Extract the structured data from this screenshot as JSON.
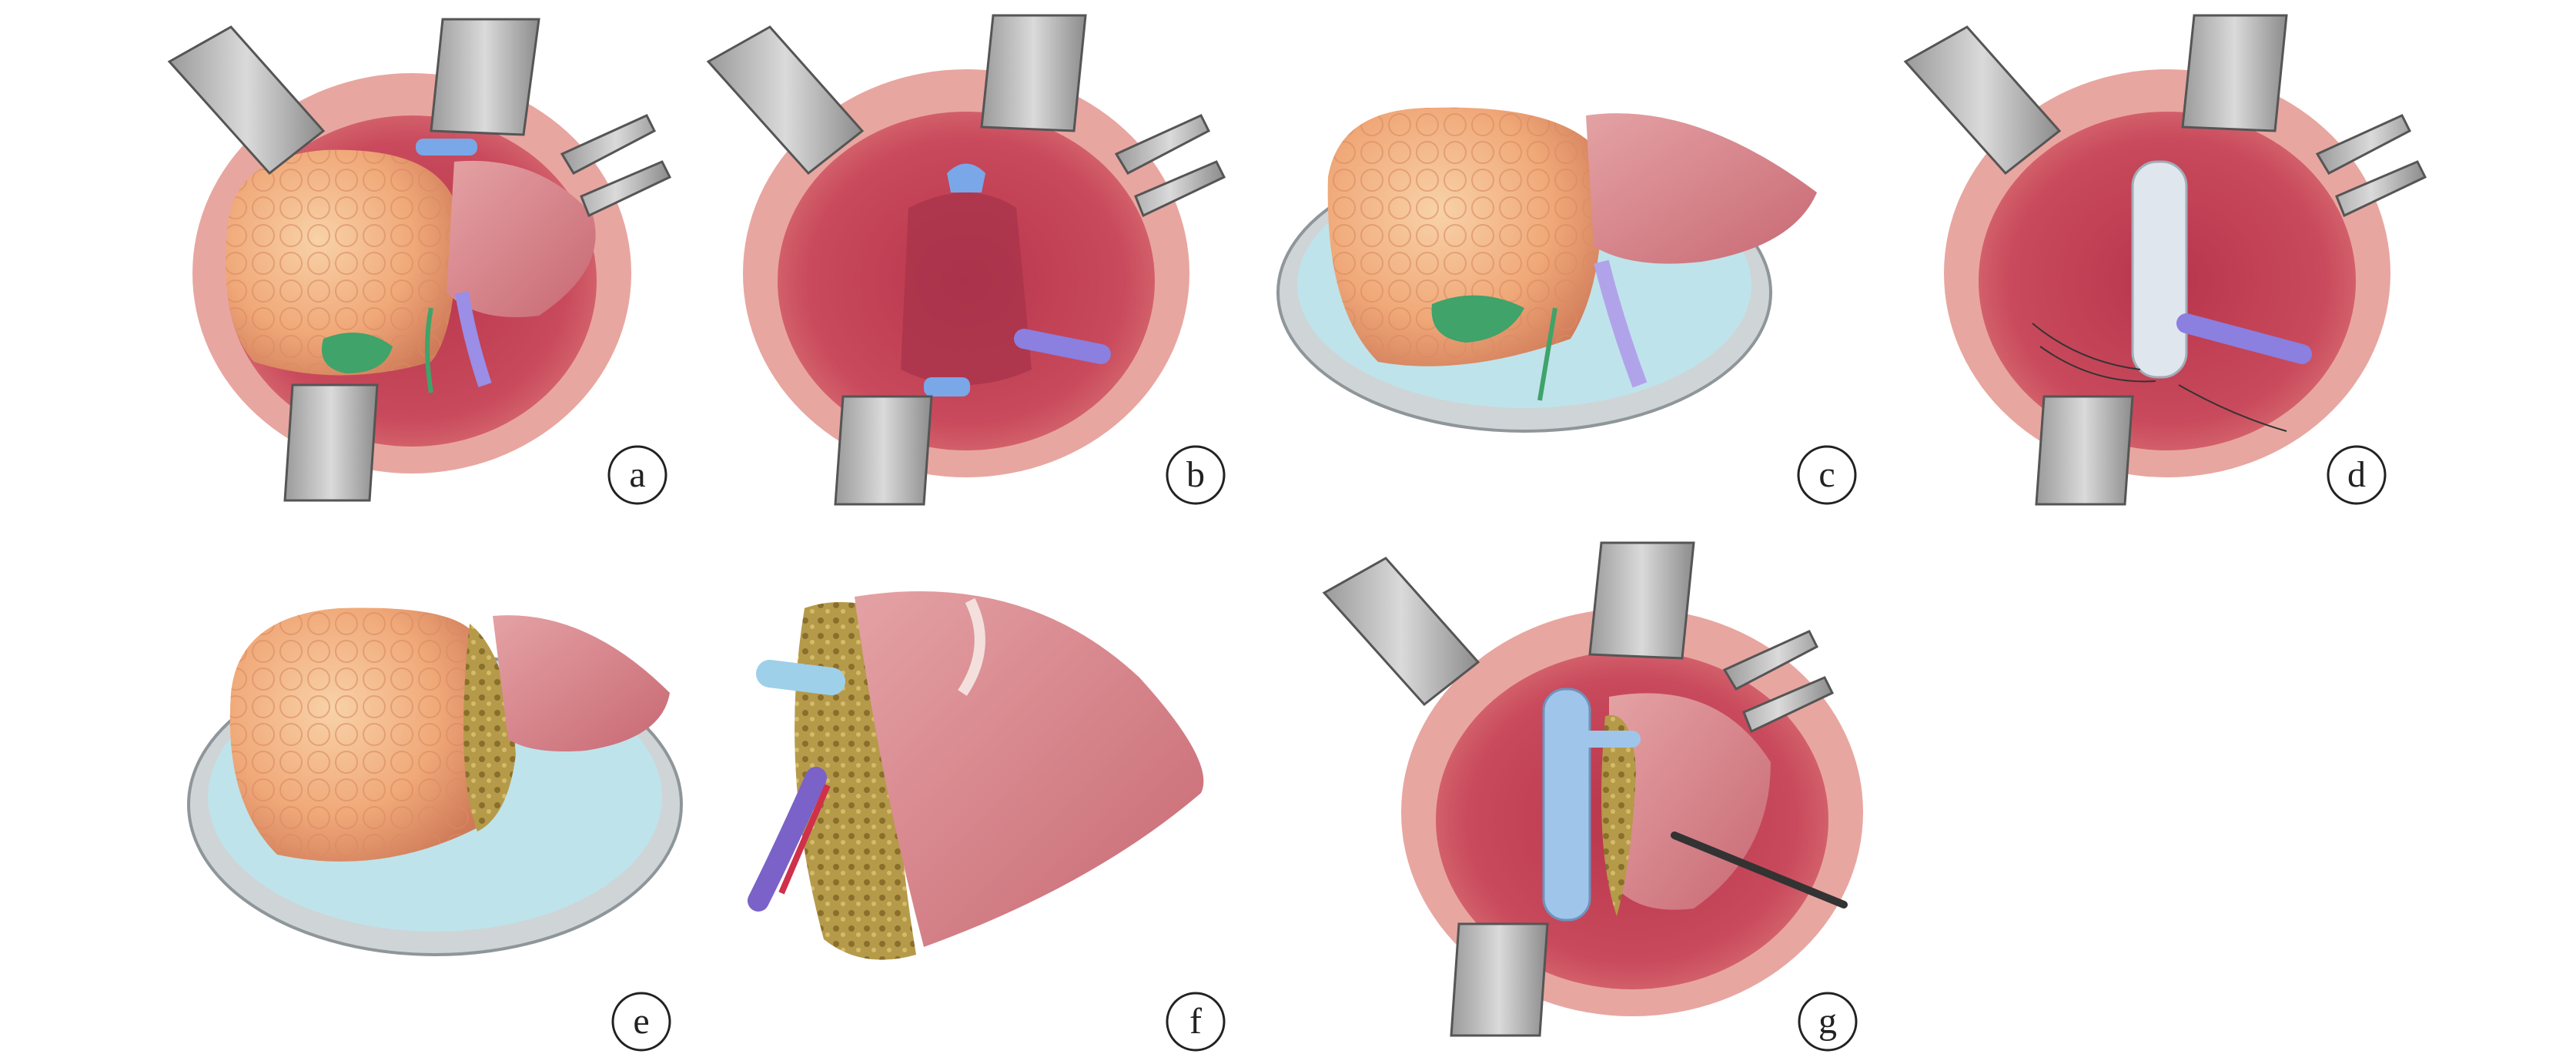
{
  "figure": {
    "panels": [
      {
        "id": "a",
        "label": "a"
      },
      {
        "id": "b",
        "label": "b"
      },
      {
        "id": "c",
        "label": "c"
      },
      {
        "id": "d",
        "label": "d"
      },
      {
        "id": "e",
        "label": "e"
      },
      {
        "id": "f",
        "label": "f"
      },
      {
        "id": "g",
        "label": "g"
      }
    ]
  },
  "colors": {
    "cavity": "#c9485a",
    "cavity_dark": "#a82e44",
    "rim": "#e9a3a0",
    "liver_tumor": "#f3b98a",
    "liver_normal": "#d98387",
    "gallbladder": "#3fa36a",
    "vessel_blue": "#7aa7e8",
    "vessel_purple": "#8b7fe0",
    "retractor": "#b9b9b9",
    "ice": "#bfe3ea",
    "bowl": "#cfd4d7",
    "graft": "#cfe1f5",
    "cut_surface": "#b59a4a"
  }
}
